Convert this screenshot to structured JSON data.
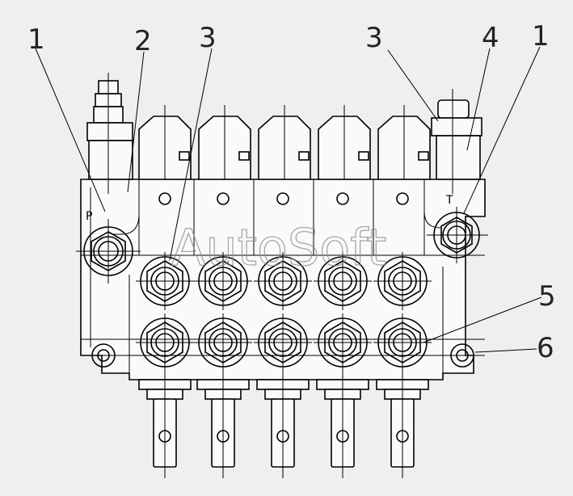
{
  "callouts": {
    "c1_left": "1",
    "c2": "2",
    "c3_left": "3",
    "c3_right": "3",
    "c4": "4",
    "c1_right": "1",
    "c5": "5",
    "c6": "6"
  },
  "ports": {
    "pressure": "P",
    "tank": "T"
  },
  "watermark": "AutoSoft",
  "colors": {
    "background": "#efefef",
    "line": "#000000",
    "watermark": "#8a8a8a"
  }
}
